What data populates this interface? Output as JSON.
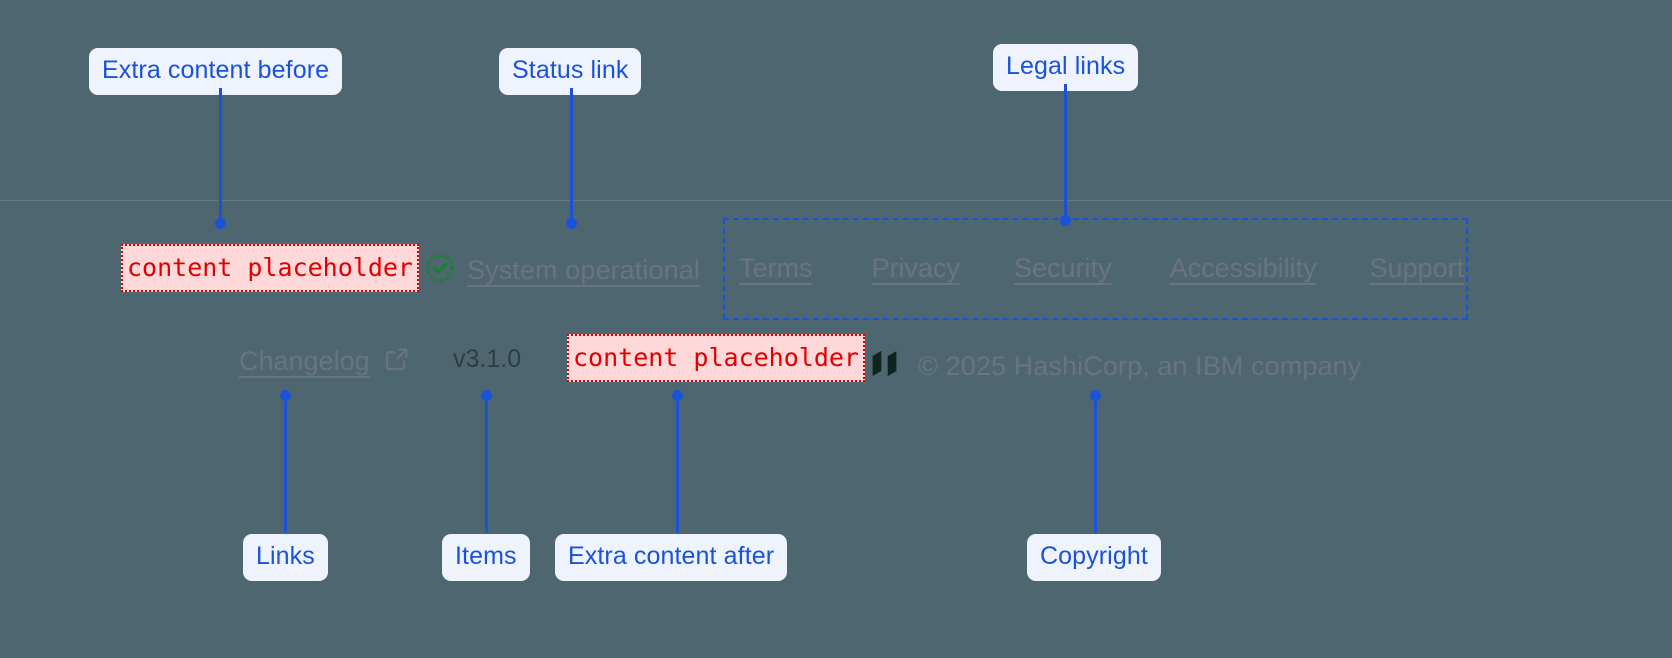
{
  "annotations": {
    "top": [
      {
        "id": "extra-content-before",
        "label": "Extra content before"
      },
      {
        "id": "status-link",
        "label": "Status link"
      },
      {
        "id": "legal-links",
        "label": "Legal links"
      }
    ],
    "bottom": [
      {
        "id": "links",
        "label": "Links"
      },
      {
        "id": "items",
        "label": "Items"
      },
      {
        "id": "extra-content-after",
        "label": "Extra content after"
      },
      {
        "id": "copyright",
        "label": "Copyright"
      }
    ],
    "accent_color": "#1a52d8",
    "pill_background": "#eef3fd"
  },
  "footer": {
    "slot_before": {
      "text": "content placeholder"
    },
    "slot_after": {
      "text": "content placeholder"
    },
    "status": {
      "icon": "check-circle-icon",
      "icon_color": "#0a8a1f",
      "label": "System operational"
    },
    "legal": {
      "links": [
        {
          "label": "Terms"
        },
        {
          "label": "Privacy"
        },
        {
          "label": "Security"
        },
        {
          "label": "Accessibility"
        },
        {
          "label": "Support"
        }
      ]
    },
    "changelog": {
      "label": "Changelog",
      "icon": "external-link-icon"
    },
    "version": "v3.1.0",
    "brand": {
      "logo": "hashicorp-logo",
      "copyright": "© 2025 HashiCorp, an IBM company"
    }
  }
}
